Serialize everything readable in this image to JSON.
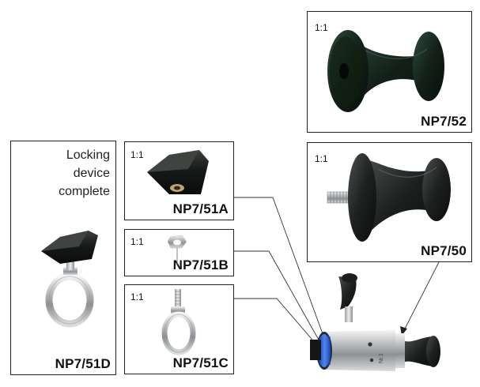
{
  "scale_text": "1:1",
  "np752": {
    "code": "NP7/52",
    "scale": "1:1"
  },
  "np750": {
    "code": "NP7/50",
    "scale": "1:1"
  },
  "np751a": {
    "code": "NP7/51A",
    "scale": "1:1"
  },
  "np751b": {
    "code": "NP7/51B",
    "scale": "1:1"
  },
  "np751c": {
    "code": "NP7/51C",
    "scale": "1:1"
  },
  "np751d": {
    "code": "NP7/51D",
    "caption_lines": [
      "Locking",
      "device",
      "complete"
    ]
  },
  "assembly": {
    "engraving": "Nr.1",
    "accent_color": "#2e63d8"
  }
}
